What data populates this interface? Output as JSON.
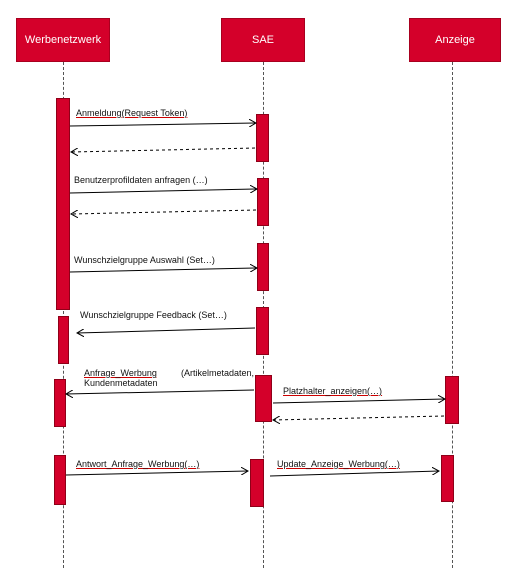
{
  "actors": {
    "werbenetzwerk": "Werbenetzwerk",
    "sae": "SAE",
    "anzeige": "Anzeige"
  },
  "messages": {
    "m1": "Anmeldung(Request Token)",
    "m2": "Benutzerprofildaten anfragen (…)",
    "m3": "Wunschzielgruppe Auswahl (Set…)",
    "m4": "Wunschzielgruppe Feedback (Set…)",
    "m5a": "Anfrage_Werbung",
    "m5b": "(Artikelmetadaten,",
    "m5c": "Kundenmetadaten",
    "m6": "Platzhalter_anzeigen(…)",
    "m7": "Antwort_Anfrage_Werbung(…)",
    "m8": "Update_Anzeige_Werbung(…)"
  },
  "colors": {
    "accent": "#d4002a"
  }
}
